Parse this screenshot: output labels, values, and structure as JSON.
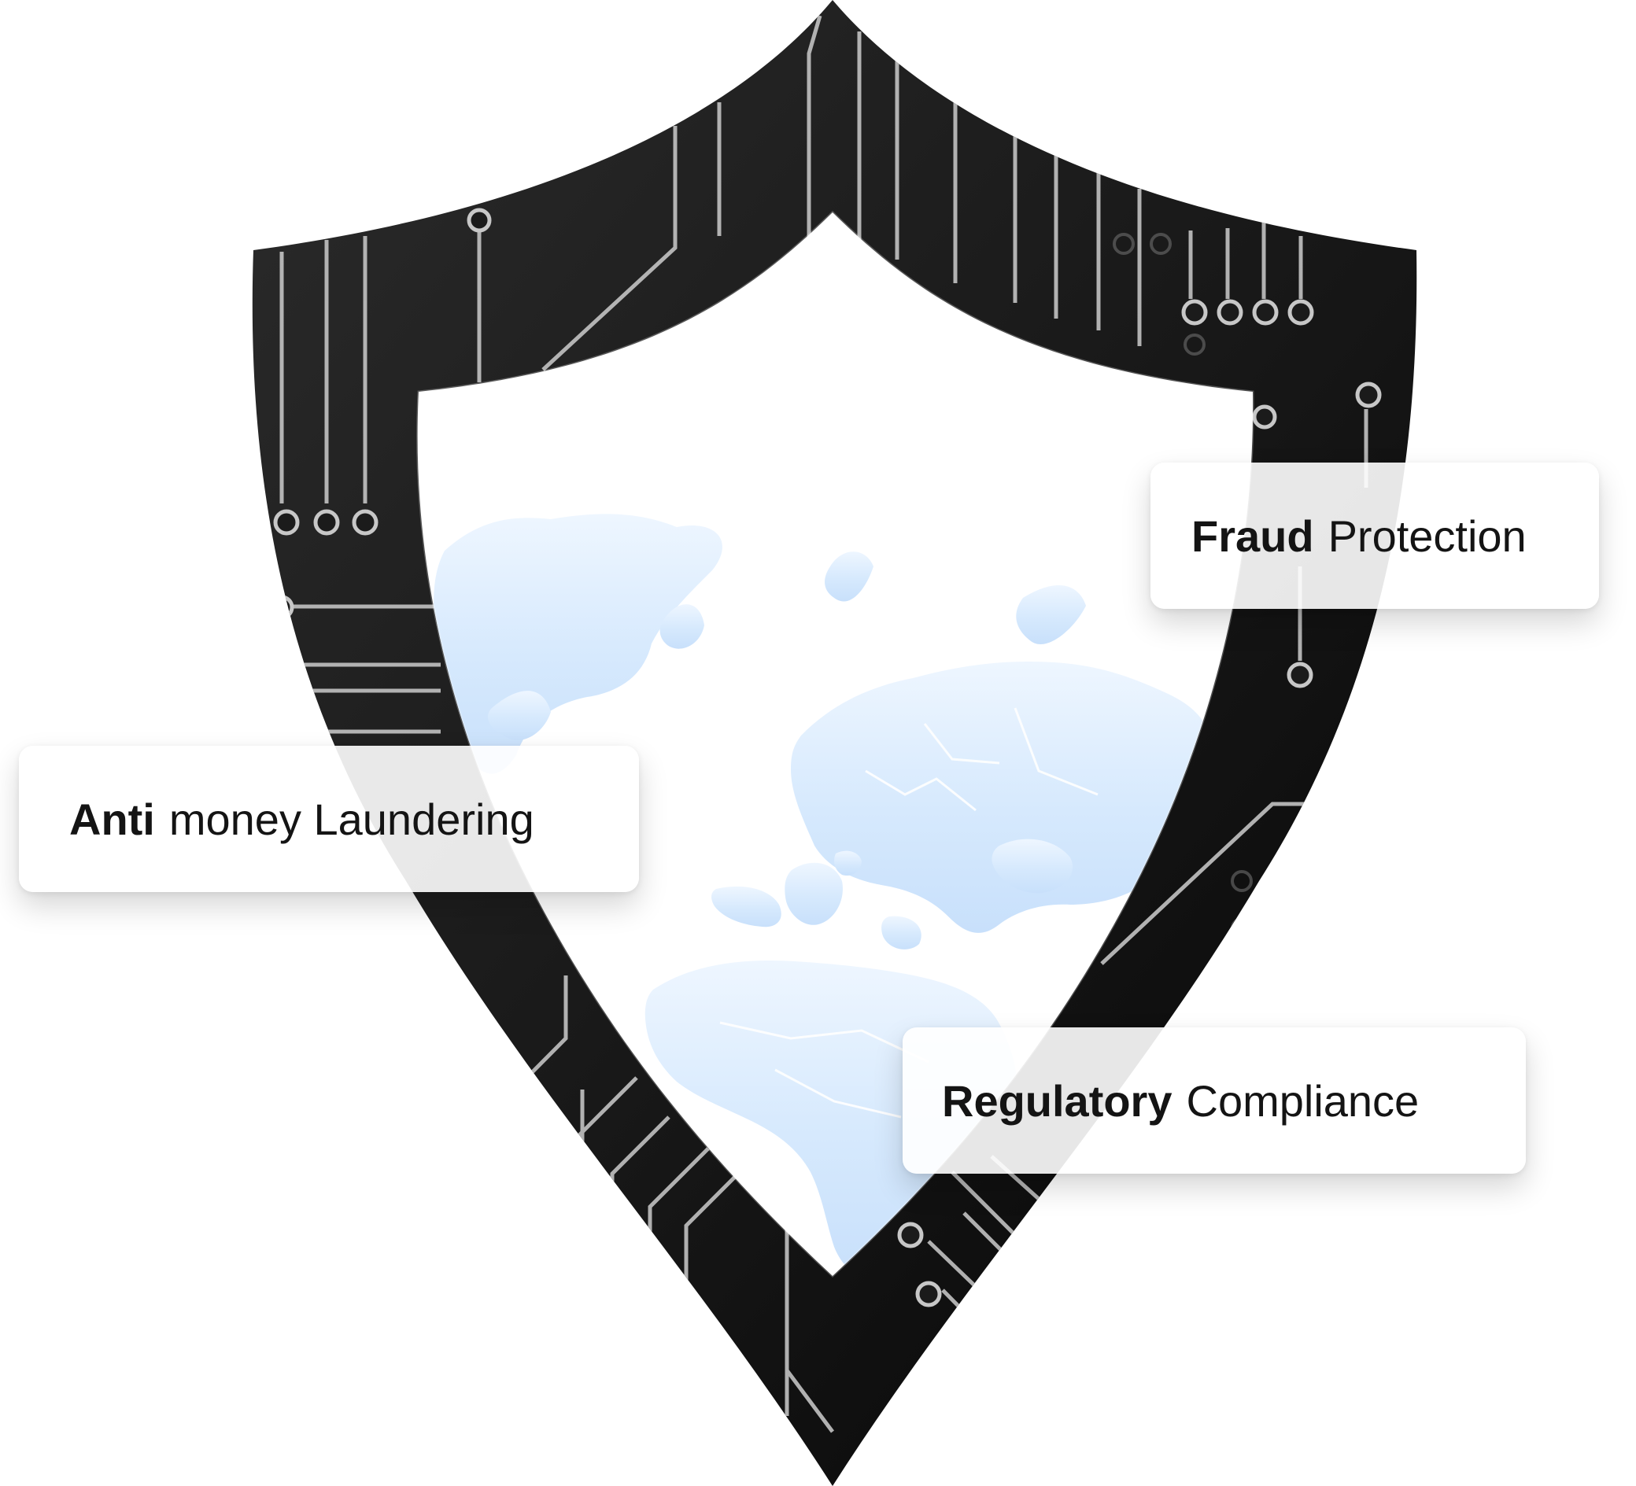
{
  "illustration": {
    "shield_icon": "shield-with-circuit-traces-icon",
    "map_icon": "world-map-icon",
    "shield_color": "#1b1b1b",
    "trace_color": "#c7c7c7",
    "map_color": "#cfe4fb"
  },
  "labels": {
    "fraud_protection": {
      "strong": "Fraud",
      "regular": "Protection"
    },
    "anti_money_laundering": {
      "strong": "Anti",
      "regular": "money Laundering"
    },
    "regulatory_compliance": {
      "strong": "Regulatory",
      "regular": "Compliance"
    }
  }
}
